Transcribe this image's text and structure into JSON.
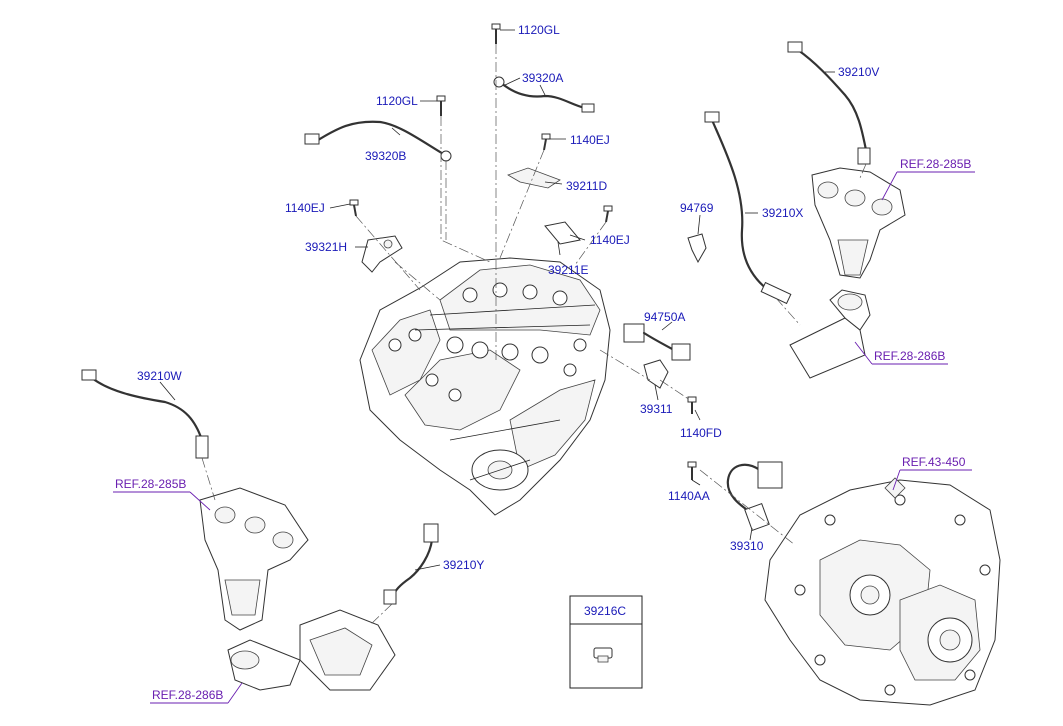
{
  "labels": {
    "p1120gl_top": "1120GL",
    "p39320a": "39320A",
    "p1120gl_left": "1120GL",
    "p39320b": "39320B",
    "p1140ej_a": "1140EJ",
    "p39211d": "39211D",
    "p1140ej_b": "1140EJ",
    "p39321h": "39321H",
    "p1140ej_c": "1140EJ",
    "p39211e": "39211E",
    "p94769": "94769",
    "p39210x": "39210X",
    "p39210v": "39210V",
    "p94750a": "94750A",
    "p39311": "39311",
    "p1140fd": "1140FD",
    "p39210w": "39210W",
    "p1140aa": "1140AA",
    "p39310": "39310",
    "p39210y": "39210Y",
    "p39216c": "39216C"
  },
  "references": {
    "ref_285b_right": "REF.28-285B",
    "ref_286b_right": "REF.28-286B",
    "ref_43_450": "REF.43-450",
    "ref_285b_left": "REF.28-285B",
    "ref_286b_left": "REF.28-286B"
  },
  "colors": {
    "part_label": "#1a1ab8",
    "reference_link": "#6a1fb0",
    "line_art": "#333333"
  }
}
